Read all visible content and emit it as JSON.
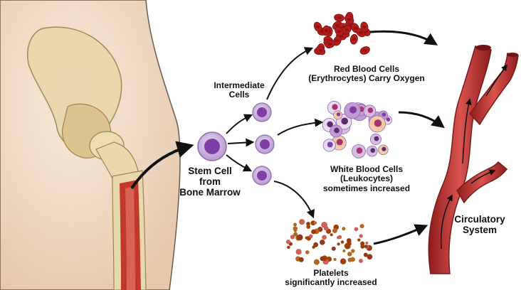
{
  "labels": {
    "intermediate": [
      "Intermediate",
      "Cells"
    ],
    "stem": [
      "Stem Cell",
      "from",
      "Bone Marrow"
    ],
    "red": [
      "Red Blood Cells",
      "(Erythrocytes) Carry Oxygen"
    ],
    "white": [
      "White Blood Cells",
      "(Leukocytes)",
      "sometimes increased"
    ],
    "platelets": [
      "Platelets",
      "significantly increased"
    ],
    "circulatory": [
      "Circulatory",
      "System"
    ]
  },
  "colors": {
    "skin": "#f1dcc6",
    "bone": "#e9d7ad",
    "marrow": "#c0392b",
    "stem_cell": "#a677c4",
    "red_cell": "#b71c1c",
    "white_cell": "#c39bd3",
    "platelet": "#b5651d",
    "vessel": "#c0392b",
    "arrow": "#111111"
  },
  "icons": [
    "hip-bone-illustration",
    "stem-cell-icon",
    "intermediate-cell-icon",
    "red-blood-cells-icon",
    "white-blood-cells-icon",
    "platelets-icon",
    "blood-vessel-icon"
  ]
}
